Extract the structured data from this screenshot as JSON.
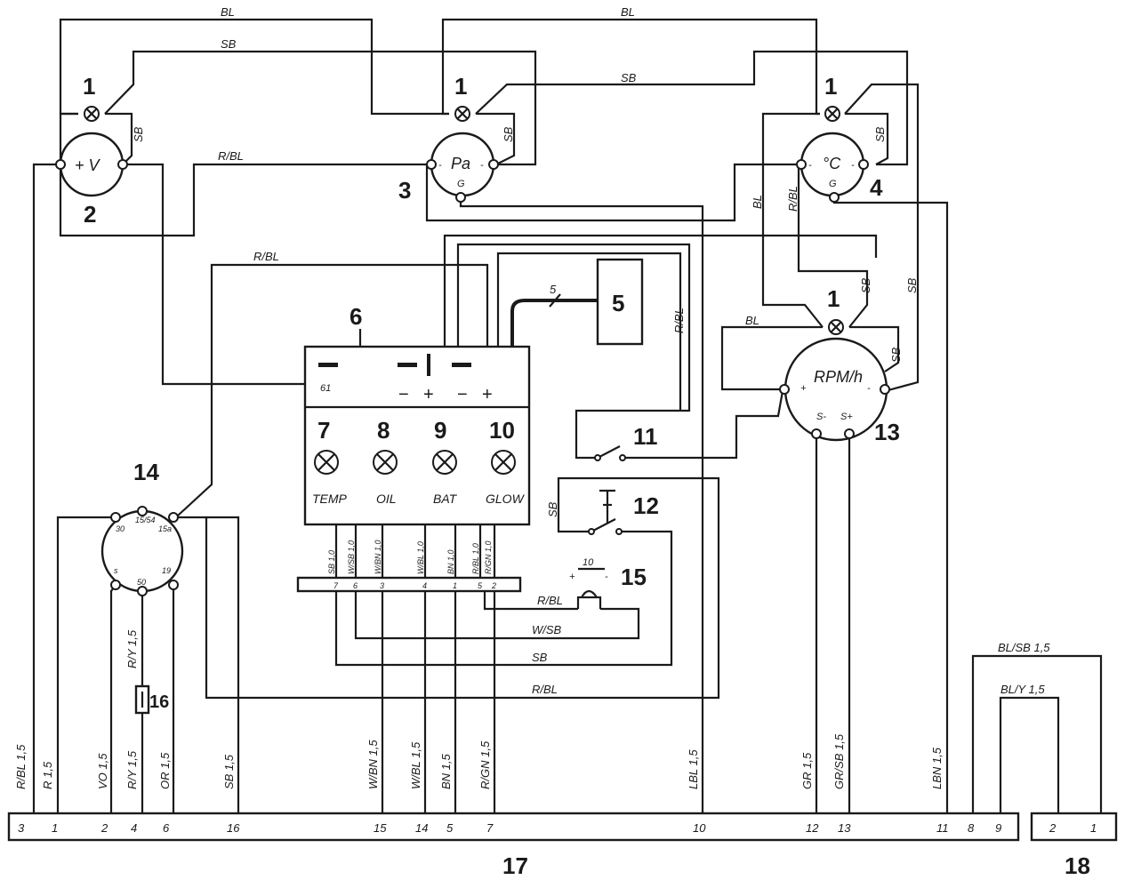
{
  "components": {
    "lamp1": "1",
    "voltmeter": "2",
    "oil_pressure": "3",
    "temp_gauge": "4",
    "sender": "5",
    "warning_panel": "6",
    "lamp_temp": "7",
    "lamp_oil": "8",
    "lamp_bat": "9",
    "lamp_glow": "10",
    "switch_11": "11",
    "switch_12": "12",
    "tachometer": "13",
    "key_switch": "14",
    "buzzer": "15",
    "fuse": "16",
    "connector_main": "17",
    "connector_small": "18"
  },
  "gauge_symbols": {
    "volt": "+ V",
    "pressure": "Pa",
    "temp": "°C",
    "g": "G",
    "rpm": "RPM/h",
    "s_minus": "S-",
    "s_plus": "S+"
  },
  "panel": {
    "label_61": "61",
    "minus": "−",
    "plus": "+",
    "lamps": [
      "TEMP",
      "OIL",
      "BAT",
      "GLOW"
    ],
    "strip_wires": [
      "SB 1,0",
      "W/SB 1,0",
      "W/BN 1,0",
      "W/BL 1,0",
      "BN 1,0",
      "R/BL 1,0",
      "R/GN 1,0"
    ],
    "strip_pins": [
      "7",
      "6",
      "3",
      "4",
      "1",
      "5",
      "2"
    ]
  },
  "key_switch_pins": [
    "30",
    "15/54",
    "15a",
    "s",
    "50",
    "19"
  ],
  "buzzer_label": "10",
  "sender_wire": "5",
  "top_wires": {
    "bl": "BL",
    "sb": "SB",
    "rbl": "R/BL"
  },
  "loop_wires": {
    "wsb": "W/SB",
    "sb": "SB",
    "rbl": "R/BL"
  },
  "bottom_wires": [
    "R/BL 1,5",
    "R 1,5",
    "VO 1,5",
    "R/Y 1,5",
    "OR 1,5",
    "SB 1,5",
    "W/BN 1,5",
    "W/BL 1,5",
    "BN 1,5",
    "R/GN 1,5",
    "LBL 1,5",
    "GR 1,5",
    "GR/SB 1,5",
    "LBN 1,5"
  ],
  "mid_wires": {
    "ry": "R/Y 1,5",
    "blsb": "BL/SB 1,5",
    "bly": "BL/Y 1,5"
  },
  "connector17_pins": [
    "3",
    "1",
    "2",
    "4",
    "6",
    "16",
    "15",
    "14",
    "5",
    "7",
    "10",
    "12",
    "13",
    "11",
    "8",
    "9"
  ],
  "connector18_pins": [
    "2",
    "1"
  ]
}
